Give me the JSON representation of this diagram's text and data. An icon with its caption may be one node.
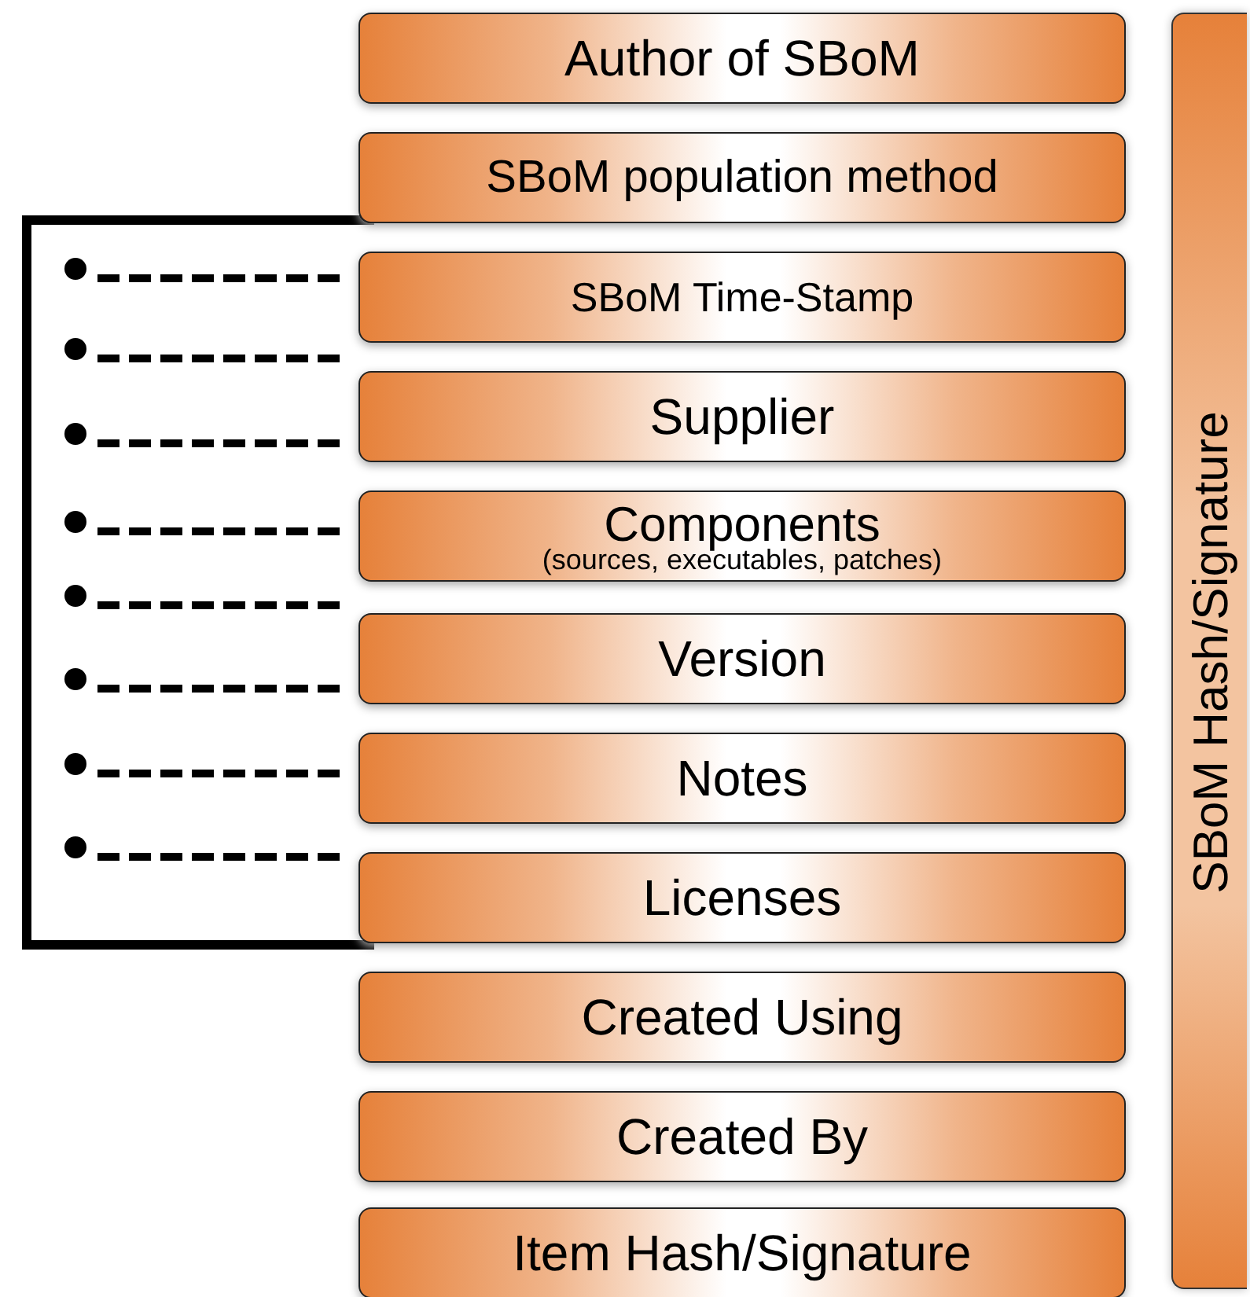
{
  "diagram": {
    "nodes": [
      {
        "text": [
          "Author of SBoM"
        ]
      },
      {
        "text": [
          "SBoM population method"
        ]
      },
      {
        "text": [
          "SBoM Time-Stamp"
        ]
      },
      {
        "text": [
          "Supplier"
        ]
      },
      {
        "text": [
          "Components",
          "(sources, executables, patches)"
        ]
      },
      {
        "text": [
          "Version"
        ]
      },
      {
        "text": [
          "Notes"
        ]
      },
      {
        "text": [
          "Licenses"
        ]
      },
      {
        "text": [
          "Created Using"
        ]
      },
      {
        "text": [
          "Created By"
        ]
      },
      {
        "text": [
          "Item Hash/Signature"
        ]
      },
      {
        "text": [
          "SBoM Hash/Signature"
        ]
      }
    ],
    "edges": []
  }
}
